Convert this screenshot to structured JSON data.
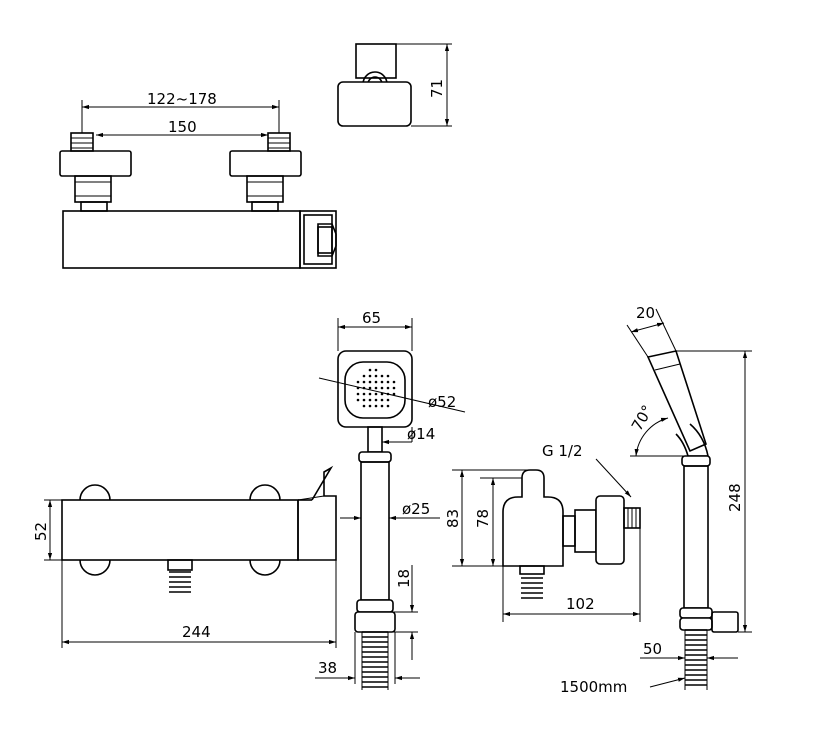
{
  "dimensions": {
    "adj_range": "122~178",
    "spacing": "150",
    "top_height": "71",
    "head_width": "65",
    "spray_dia": "ø52",
    "hose_dia": "ø14",
    "bar_dia": "ø25",
    "body_height": "52",
    "body_length": "244",
    "nut_height": "18",
    "nut_width": "38",
    "outer_height": "83",
    "inner_height": "78",
    "depth": "102",
    "thread": "G 1/2",
    "head_top": "20",
    "angle": "70°",
    "total_height": "248",
    "holder_width": "50",
    "hose_length": "1500mm"
  },
  "colors": {
    "line": "#000000",
    "background": "#ffffff"
  }
}
